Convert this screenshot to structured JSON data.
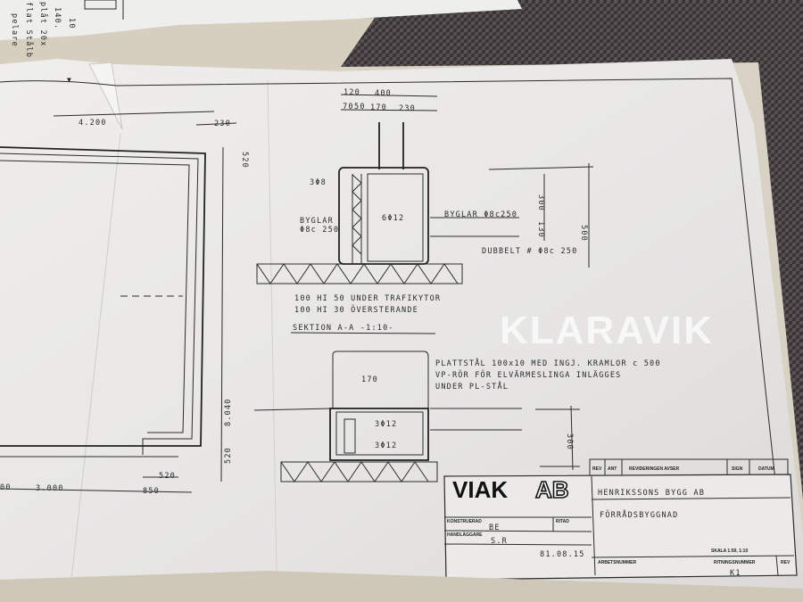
{
  "scrap_note": {
    "lines": [
      "flat Stålb",
      "plåt 20x",
      "140.",
      "10",
      "pelare"
    ]
  },
  "plan": {
    "dims": [
      "4.200",
      "230",
      "520",
      "8.040",
      "520",
      "520",
      "3.000",
      "850",
      "00"
    ]
  },
  "section_top": {
    "dims_top": [
      "120",
      "400"
    ],
    "dims_second": [
      "70",
      "50",
      "170",
      "230"
    ],
    "label_368": "3Φ8",
    "label_byglar_left": [
      "BYGLAR",
      "Φ8c 250"
    ],
    "label_bars": "6Φ12",
    "label_byglar_right": "BYGLAR Φ8c250",
    "dim_300": "300",
    "dim_130": "130",
    "dim_500": "500",
    "label_dubbelt": "DUBBELT # Φ8c 250",
    "insulation": [
      "100   HI 50   UNDER TRAFIKYTOR",
      "100   HI 30   ÖVERSTERANDE"
    ],
    "title": "SEKTION  A-A  -1:10-"
  },
  "section_bottom": {
    "dim_170": "170",
    "note": [
      "PLATTSTÅL 100x10 MED INGJ. KRAMLOR c 500",
      "VP-RÖR FÖR ELVÄRMESLINGA INLÄGGES",
      "UNDER PL-STÅL"
    ],
    "bars_top": "3Φ12",
    "bars_bottom": "3Φ12",
    "dim_300": "300"
  },
  "title_block": {
    "revision_headers": {
      "rev": "REV",
      "ant": "ANT",
      "desc": "REVIDERINGEN AVSER",
      "sign": "SIGN",
      "datum": "DATUM"
    },
    "logo": {
      "main": "VIAK",
      "suffix": "AB"
    },
    "client": "HENRIKSSONS BYGG AB",
    "project": "FÖRRÅDSBYGGNAD",
    "konstruerad_label": "KONSTRUERAD",
    "konstruerad_value": "BE",
    "ritad_label": "RITAD",
    "handlaggare_label": "HANDLÄGGARE",
    "handlaggare_value": "S.R",
    "date": "81.08.15",
    "scale": "SKALA 1:50, 1:10",
    "arbetsnummer_label": "ARBETSNUMMER",
    "ritningsnummer_label": "RITNINGSNUMMER",
    "ritningsnummer_value": "K1",
    "rev_label": "REV"
  },
  "watermark": "KLARAVIK",
  "colors": {
    "paper": "#e9e8e6",
    "table": "#d8d2c4",
    "mat": "#46403f",
    "ink": "#2a2a2a"
  }
}
